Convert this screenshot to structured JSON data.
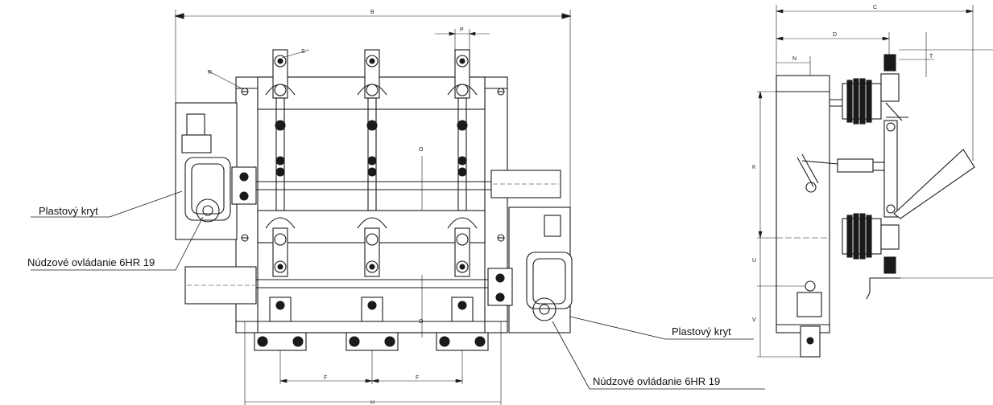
{
  "labels": {
    "plastic_cover_left": "Plastový kryt",
    "emergency_control_left": "Núdzové ovládanie 6HR 19",
    "plastic_cover_right": "Plastový kryt",
    "emergency_control_right": "Núdzové ovládanie 6HR 19"
  },
  "dimensions": {
    "B": "B",
    "P": "P",
    "S": "S",
    "R": "R",
    "O": "O",
    "F1": "F",
    "F2": "F",
    "H": "H",
    "C": "C",
    "D": "D",
    "N": "N",
    "T": "T",
    "K": "K",
    "U": "U",
    "V": "V"
  },
  "colors": {
    "line": "#1a1a1a",
    "fill_dark": "#222222",
    "fill_light": "#f2f2f2"
  }
}
